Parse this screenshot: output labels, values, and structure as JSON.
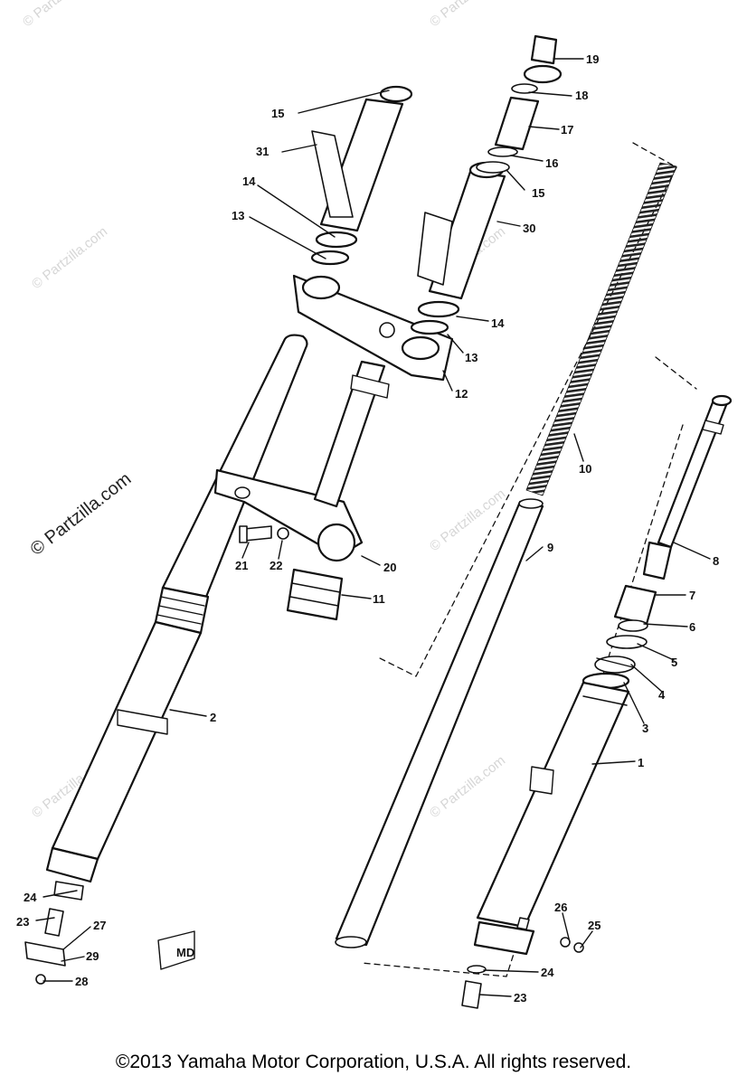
{
  "watermark": "© Partzilla.com",
  "copyright": "©2013  Yamaha Motor Corporation, U.S.A. All rights reserved.",
  "colors": {
    "ink": "#111111",
    "watermark": "#d6d6d6"
  },
  "callouts": [
    "1",
    "2",
    "3",
    "4",
    "5",
    "6",
    "7",
    "8",
    "9",
    "10",
    "11",
    "12",
    "13",
    "14",
    "15",
    "16",
    "17",
    "18",
    "19",
    "20",
    "21",
    "22",
    "23",
    "24",
    "25",
    "26",
    "27",
    "28",
    "29",
    "30",
    "31"
  ]
}
